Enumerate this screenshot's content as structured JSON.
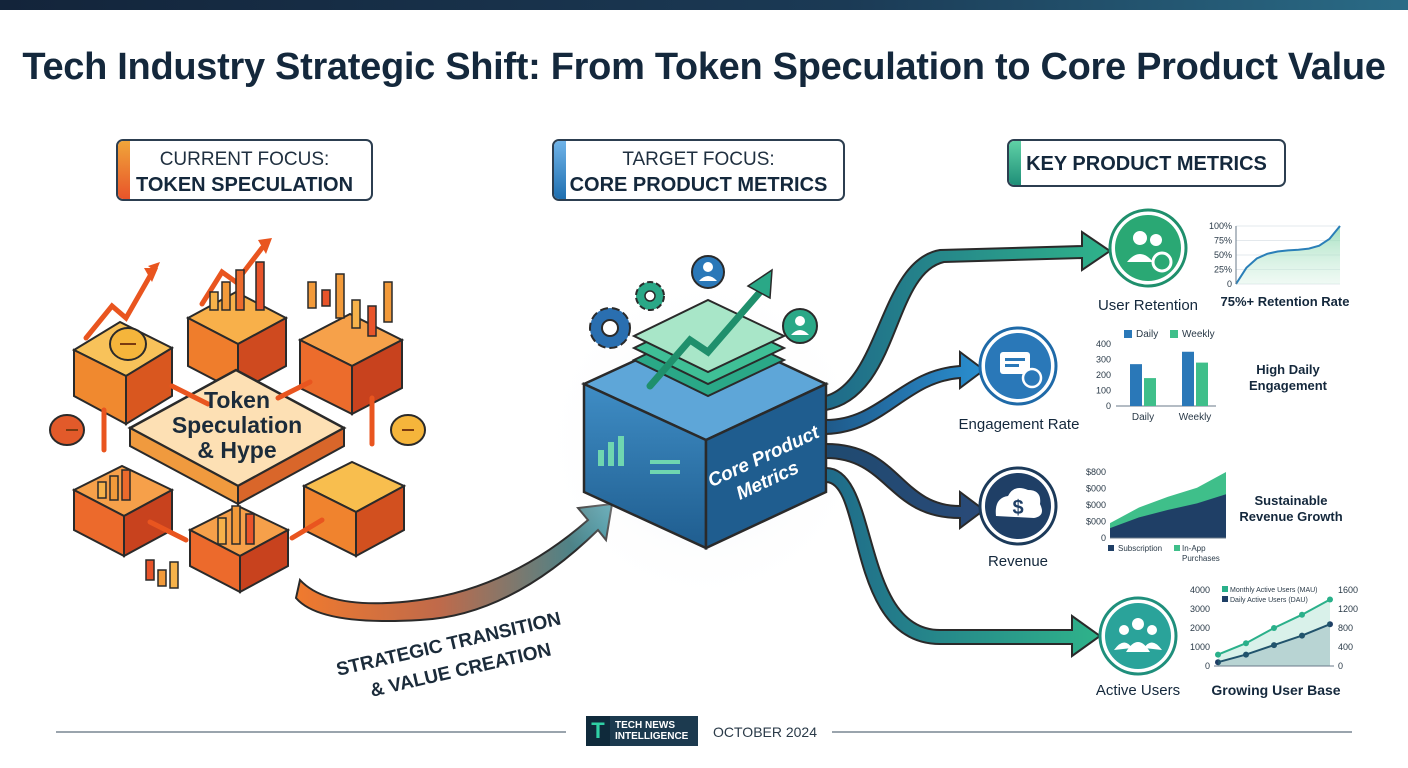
{
  "title": "Tech Industry Strategic Shift: From Token Speculation to Core Product Value",
  "headers": {
    "current": {
      "line1": "CURRENT FOCUS:",
      "line2": "TOKEN SPECULATION"
    },
    "target": {
      "line1": "TARGET FOCUS:",
      "line2": "CORE PRODUCT METRICS"
    },
    "metrics": "KEY PRODUCT METRICS"
  },
  "left_cluster": {
    "center_label": "Token\nSpeculation\n& Hype",
    "line1": "Token",
    "line2": "Speculation",
    "line3": "& Hype"
  },
  "transition": {
    "line1": "STRATEGIC TRANSITION",
    "line2": "& VALUE CREATION"
  },
  "center_box": {
    "line1": "Core Product",
    "line2": "Metrics"
  },
  "metrics": [
    {
      "icon": "user-retention-icon",
      "label": "User Retention",
      "result": "75%+ Retention Rate"
    },
    {
      "icon": "engagement-icon",
      "label": "Engagement Rate",
      "result_line1": "High Daily",
      "result_line2": "Engagement"
    },
    {
      "icon": "revenue-icon",
      "label": "Revenue",
      "result_line1": "Sustainable",
      "result_line2": "Revenue Growth"
    },
    {
      "icon": "active-users-icon",
      "label": "Active Users",
      "result": "Growing User Base"
    }
  ],
  "colors": {
    "orange": "#f0823a",
    "blue": "#2a78b8",
    "teal": "#2aa887",
    "navy": "#1c3a5a"
  },
  "chart_data": [
    {
      "type": "area",
      "name": "retention",
      "y_ticks": [
        "100%",
        "75%",
        "50%",
        "25%",
        "0"
      ],
      "x": [
        0,
        1,
        2,
        3,
        4,
        5,
        6,
        7,
        8,
        9,
        10
      ],
      "values": [
        0,
        28,
        44,
        52,
        56,
        58,
        59,
        61,
        66,
        78,
        100
      ],
      "ylim": [
        0,
        100
      ]
    },
    {
      "type": "bar",
      "name": "engagement",
      "categories": [
        "Daily",
        "Weekly"
      ],
      "series": [
        {
          "name": "Daily",
          "values": [
            270,
            350
          ]
        },
        {
          "name": "Weekly",
          "values": [
            180,
            280
          ]
        }
      ],
      "y_ticks": [
        "400",
        "300",
        "200",
        "100",
        "0"
      ],
      "ylim": [
        0,
        400
      ]
    },
    {
      "type": "area",
      "name": "revenue",
      "series": [
        {
          "name": "Subscription",
          "values": [
            120,
            250,
            340,
            420,
            530
          ]
        },
        {
          "name": "In-App Purchases",
          "values": [
            180,
            370,
            500,
            610,
            800
          ]
        }
      ],
      "y_ticks": [
        "$800",
        "$000",
        "$000",
        "$000",
        "0"
      ],
      "legend": [
        "Subscription",
        "In-App",
        "Purchases"
      ],
      "ylim": [
        0,
        800
      ]
    },
    {
      "type": "line",
      "name": "users",
      "series": [
        {
          "name": "Monthly Active Users (MAU)",
          "values": [
            600,
            1200,
            2000,
            2700,
            3500
          ]
        },
        {
          "name": "Daily Active Users (DAU)",
          "values": [
            200,
            600,
            1100,
            1600,
            2200
          ]
        }
      ],
      "y_ticks_left": [
        "4000",
        "3000",
        "2000",
        "1000",
        "0"
      ],
      "y_ticks_right": [
        "1600",
        "1200",
        "800",
        "400",
        "0"
      ],
      "ylim": [
        0,
        4000
      ]
    }
  ],
  "footer": {
    "logo_line1": "TECH NEWS",
    "logo_line2": "INTELLIGENCE",
    "logo_mark": "T",
    "date": "OCTOBER 2024"
  }
}
